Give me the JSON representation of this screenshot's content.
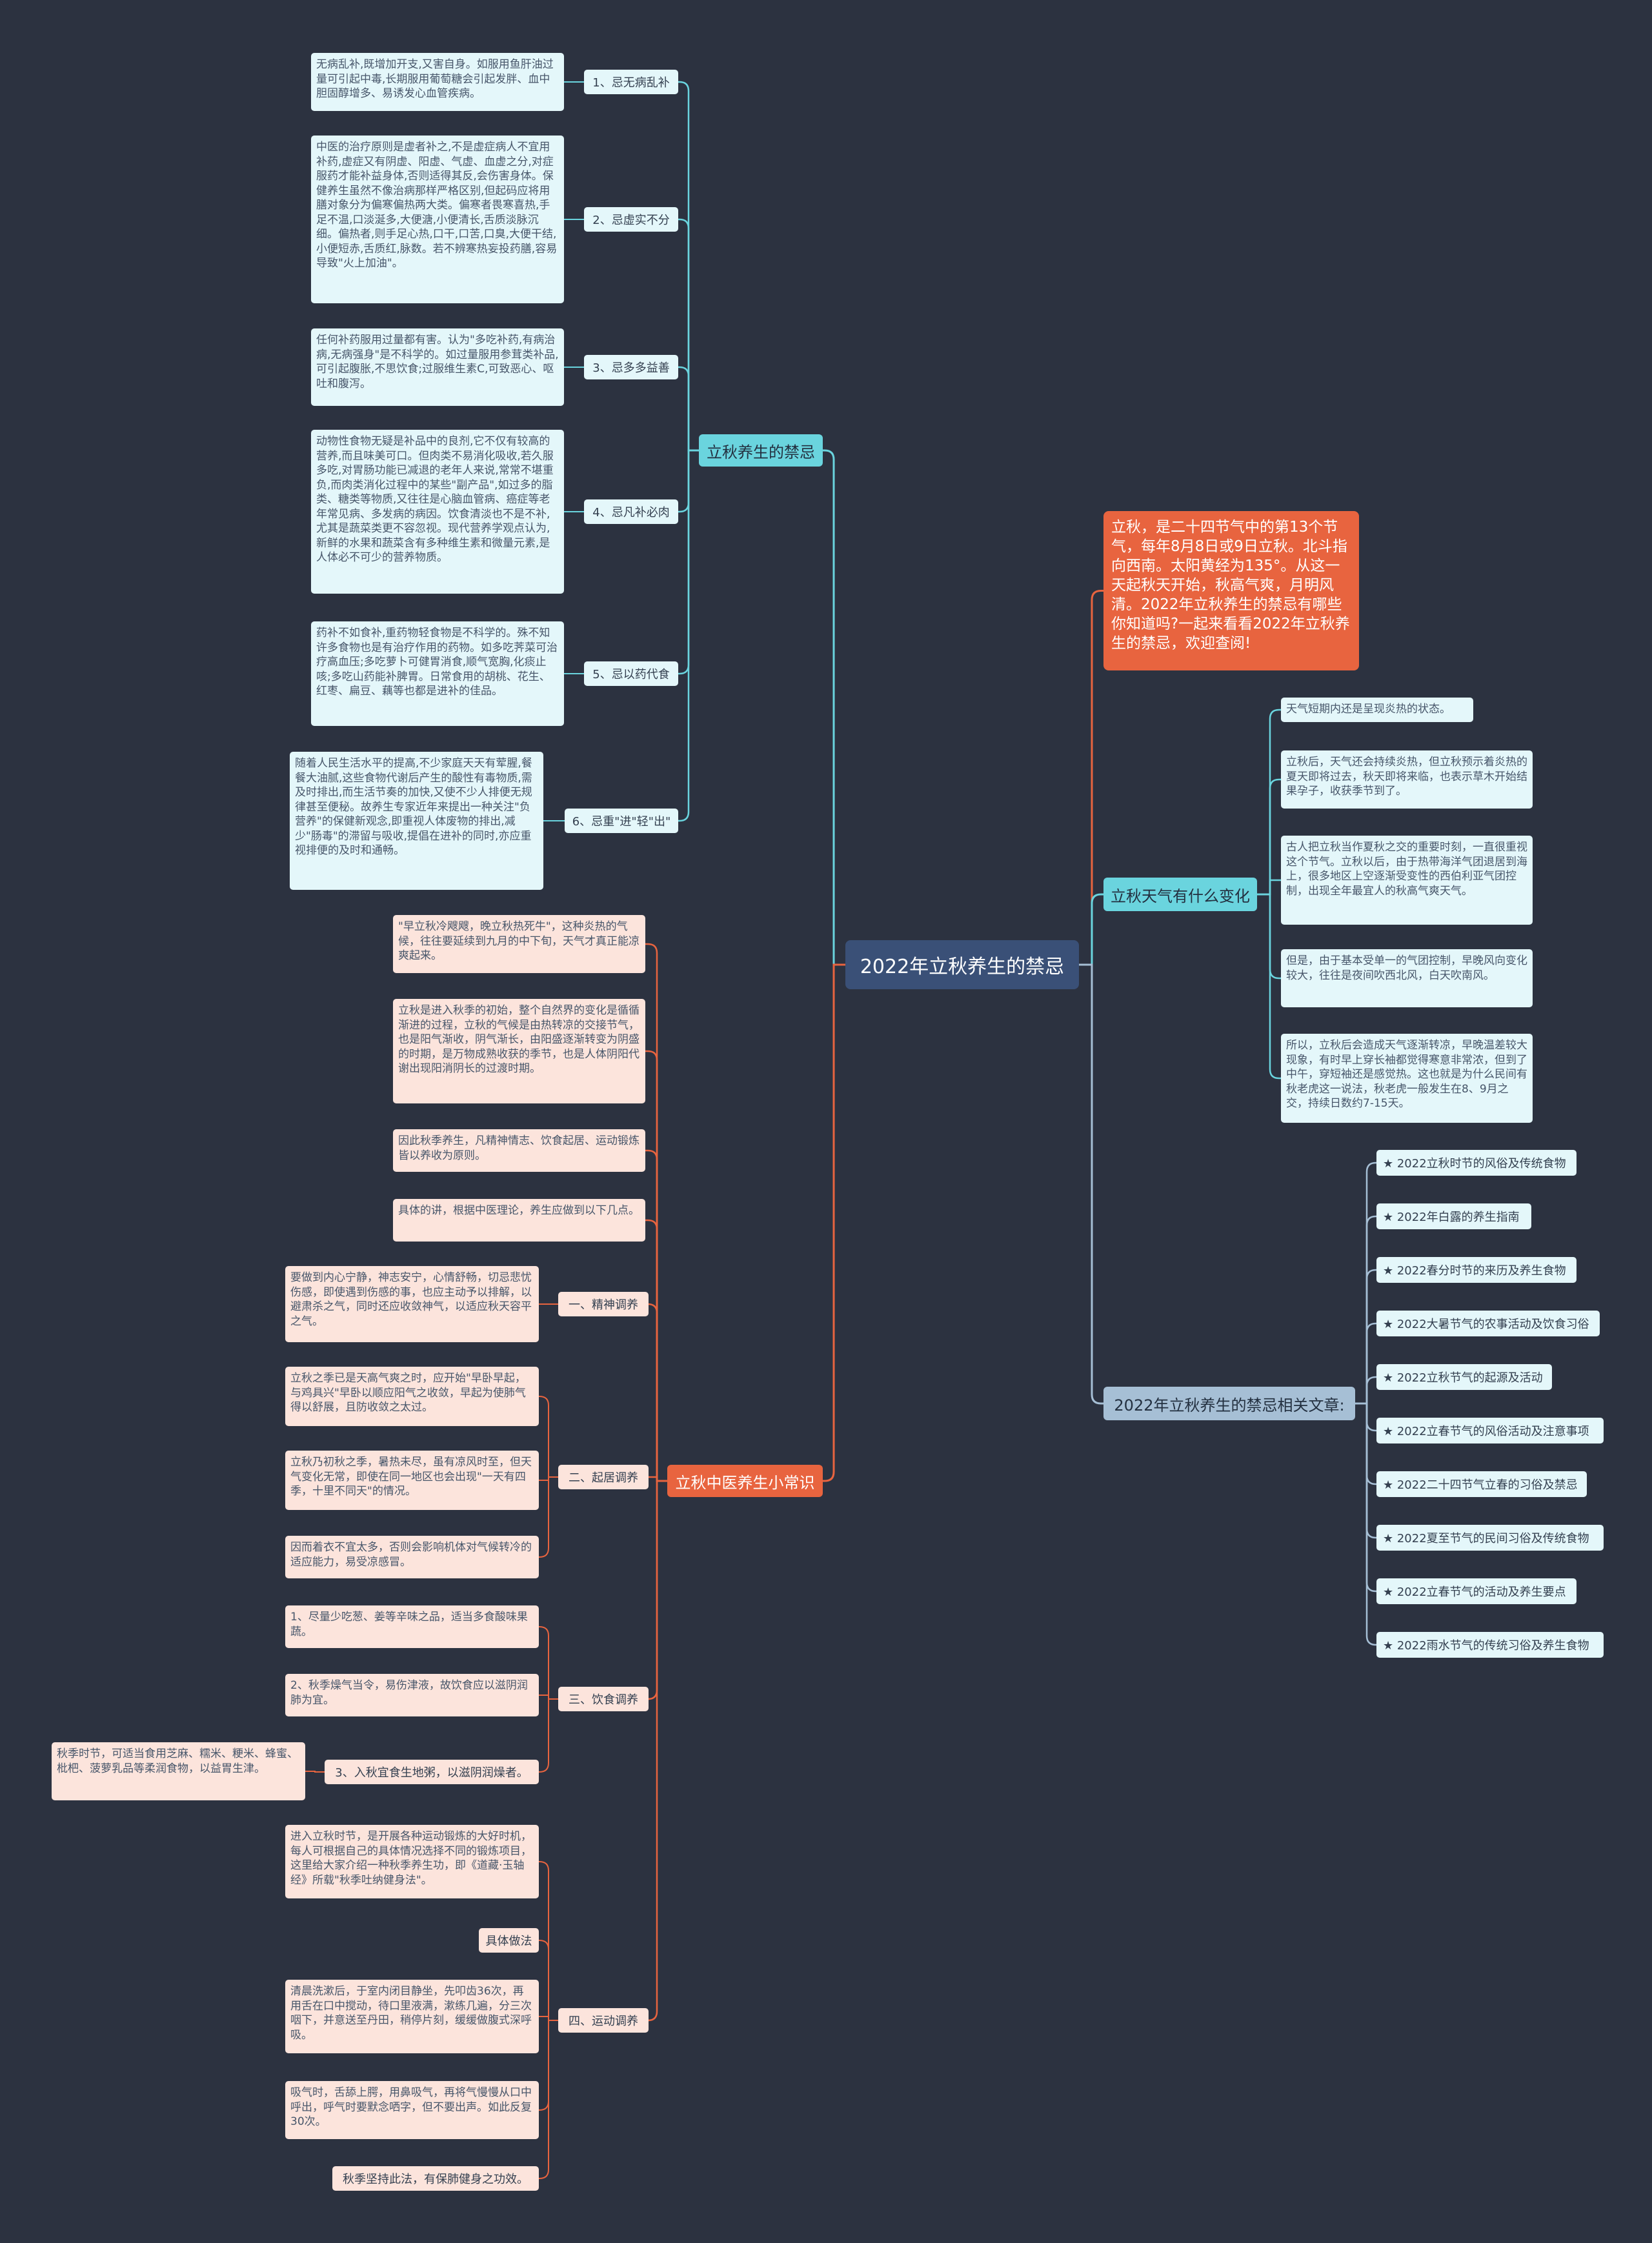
{
  "colors": {
    "background": "#2c3240",
    "root": "#3a5077",
    "cyan": "#6ad4de",
    "orange": "#e8643f",
    "blue": "#a6bfd5",
    "pale_cyan": "#e4f7fa",
    "pale_orange": "#fce4dc"
  },
  "root": "2022年立秋养生的禁忌",
  "intro": "立秋，是二十四节气中的第13个节气，每年8月8日或9日立秋。北斗指向西南。太阳黄经为135°。从这一天起秋天开始，秋高气爽，月明风清。2022年立秋养生的禁忌有哪些你知道吗?一起来看看2022年立秋养生的禁忌，欢迎查阅!",
  "taboo": {
    "title": "立秋养生的禁忌",
    "items": [
      {
        "label": "1、忌无病乱补",
        "text": "无病乱补,既增加开支,又害自身。如服用鱼肝油过量可引起中毒,长期服用葡萄糖会引起发胖、血中胆固醇增多、易诱发心血管疾病。"
      },
      {
        "label": "2、忌虚实不分",
        "text": "中医的治疗原则是虚者补之,不是虚症病人不宜用补药,虚症又有阴虚、阳虚、气虚、血虚之分,对症服药才能补益身体,否则适得其反,会伤害身体。保健养生虽然不像治病那样严格区别,但起码应将用膳对象分为偏寒偏热两大类。偏寒者畏寒喜热,手足不温,口淡涎多,大便溏,小便清长,舌质淡脉沉细。偏热者,则手足心热,口干,口苦,口臭,大便干结,小便短赤,舌质红,脉数。若不辨寒热妄投药膳,容易导致\"火上加油\"。"
      },
      {
        "label": "3、忌多多益善",
        "text": "任何补药服用过量都有害。认为\"多吃补药,有病治病,无病强身\"是不科学的。如过量服用参茸类补品,可引起腹胀,不思饮食;过服维生素C,可致恶心、呕吐和腹泻。"
      },
      {
        "label": "4、忌凡补必肉",
        "text": "动物性食物无疑是补品中的良剂,它不仅有较高的营养,而且味美可口。但肉类不易消化吸收,若久服多吃,对胃肠功能已减退的老年人来说,常常不堪重负,而肉类消化过程中的某些\"副产品\",如过多的脂类、糖类等物质,又往往是心脑血管病、癌症等老年常见病、多发病的病因。饮食清淡也不是不补,尤其是蔬菜类更不容忽视。现代营养学观点认为,新鲜的水果和蔬菜含有多种维生素和微量元素,是人体必不可少的营养物质。"
      },
      {
        "label": "5、忌以药代食",
        "text": "药补不如食补,重药物轻食物是不科学的。殊不知许多食物也是有治疗作用的药物。如多吃荠菜可治疗高血压;多吃萝卜可健胃消食,顺气宽胸,化痰止咳;多吃山药能补脾胃。日常食用的胡桃、花生、红枣、扁豆、藕等也都是进补的佳品。"
      },
      {
        "label": "6、忌重\"进\"轻\"出\"",
        "text": "随着人民生活水平的提高,不少家庭天天有荤腥,餐餐大油腻,这些食物代谢后产生的酸性有毒物质,需及时排出,而生活节奏的加快,又使不少人排便无规律甚至便秘。故养生专家近年来提出一种关注\"负营养\"的保健新观念,即重视人体废物的排出,减少\"肠毒\"的滞留与吸收,提倡在进补的同时,亦应重视排便的及时和通畅。"
      }
    ]
  },
  "tcm": {
    "title": "立秋中医养生小常识",
    "notes": [
      "\"早立秋冷飕飕，晚立秋热死牛\"，这种炎热的气候，往往要延续到九月的中下旬，天气才真正能凉爽起来。",
      "立秋是进入秋季的初始，整个自然界的变化是循循渐进的过程，立秋的气候是由热转凉的交接节气，也是阳气渐收，阴气渐长，由阳盛逐渐转变为阴盛的时期，是万物成熟收获的季节，也是人体阴阳代谢出现阳消阴长的过渡时期。",
      "因此秋季养生，凡精神情志、饮食起居、运动锻炼皆以养收为原则。",
      "具体的讲，根据中医理论，养生应做到以下几点。"
    ],
    "mental": {
      "label": "一、精神调养",
      "text": "要做到内心宁静，神志安宁，心情舒畅，切忌悲忧伤感，即使遇到伤感的事，也应主动予以排解，以避肃杀之气，同时还应收敛神气，以适应秋天容平之气。"
    },
    "living": {
      "label": "二、起居调养",
      "texts": [
        "立秋之季已是天高气爽之时，应开始\"早卧早起，与鸡具兴\"早卧以顺应阳气之收敛，早起为使肺气得以舒展，且防收敛之太过。",
        "立秋乃初秋之季，暑热未尽，虽有凉风时至，但天气变化无常，即使在同一地区也会出现\"一天有四季，十里不同天\"的情况。",
        "因而着衣不宜太多，否则会影响机体对气候转冷的适应能力，易受凉感冒。"
      ]
    },
    "diet": {
      "label": "三、饮食调养",
      "items": [
        "1、尽量少吃葱、姜等辛味之品，适当多食酸味果蔬。",
        "2、秋季燥气当令，易伤津液，故饮食应以滋阴润肺为宜。",
        "3、入秋宜食生地粥，以滋阴润燥者。"
      ],
      "sub": "秋季时节，可适当食用芝麻、糯米、粳米、蜂蜜、枇杷、菠萝乳品等柔润食物，以益胃生津。"
    },
    "exercise": {
      "label": "四、运动调养",
      "texts": [
        "进入立秋时节，是开展各种运动锻炼的大好时机，每人可根据自己的具体情况选择不同的锻炼项目，这里给大家介绍一种秋季养生功，即《道藏·玉轴经》所载\"秋季吐纳健身法\"。",
        "具体做法",
        "清晨洗漱后，于室内闭目静坐，先叩齿36次，再用舌在口中搅动，待口里液满，漱练几遍，分三次咽下，并意送至丹田，稍停片刻，缓缓做腹式深呼吸。",
        "吸气时，舌舔上腭，用鼻吸气，再将气慢慢从口中呼出，呼气时要默念哂字，但不要出声。如此反复30次。",
        "秋季坚持此法，有保肺健身之功效。"
      ]
    }
  },
  "weather": {
    "title": "立秋天气有什么变化",
    "texts": [
      "天气短期内还是呈现炎热的状态。",
      "立秋后，天气还会持续炎热，但立秋预示着炎热的夏天即将过去，秋天即将来临，也表示草木开始结果孕子，收获季节到了。",
      "古人把立秋当作夏秋之交的重要时刻，一直很重视这个节气。立秋以后，由于热带海洋气团退居到海上，很多地区上空逐渐受变性的西伯利亚气团控制，出现全年最宜人的秋高气爽天气。",
      "但是，由于基本受单一的气团控制，早晚风向变化较大，往往是夜间吹西北风，白天吹南风。",
      "所以，立秋后会造成天气逐渐转凉，早晚温差较大现象，有时早上穿长袖都觉得寒意非常浓，但到了中午，穿短袖还是感觉热。这也就是为什么民间有秋老虎这一说法，秋老虎一般发生在8、9月之交，持续日数约7-15天。"
    ]
  },
  "articles": {
    "title": "2022年立秋养生的禁忌相关文章:",
    "items": [
      "★ 2022立秋时节的风俗及传统食物",
      "★ 2022年白露的养生指南",
      "★ 2022春分时节的来历及养生食物",
      "★ 2022大暑节气的农事活动及饮食习俗",
      "★ 2022立秋节气的起源及活动",
      "★ 2022立春节气的风俗活动及注意事项",
      "★ 2022二十四节气立春的习俗及禁忌",
      "★ 2022夏至节气的民间习俗及传统食物",
      "★ 2022立春节气的活动及养生要点",
      "★ 2022雨水节气的传统习俗及养生食物"
    ]
  }
}
